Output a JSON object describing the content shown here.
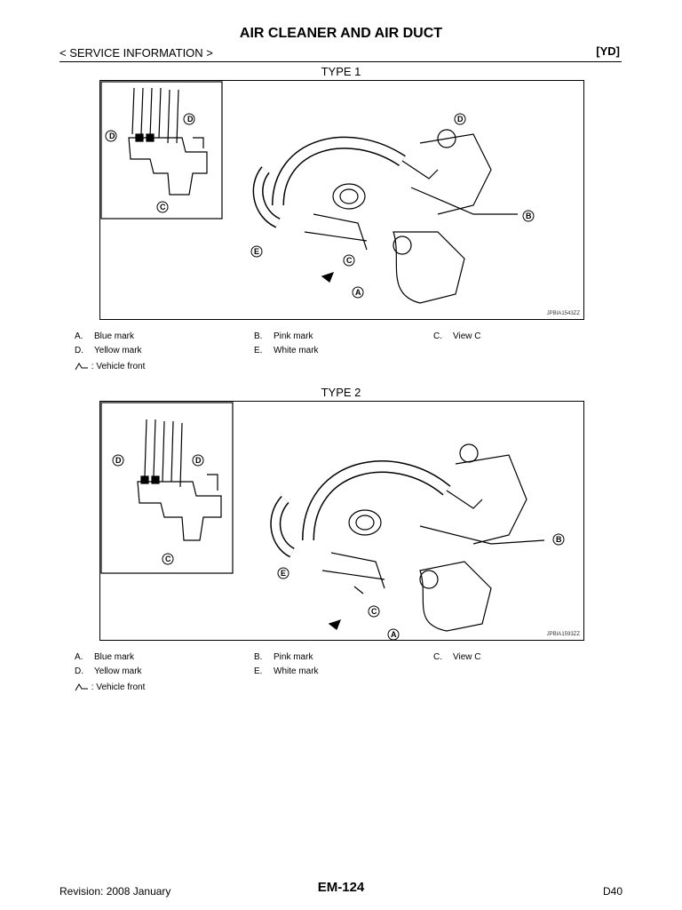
{
  "header": {
    "title": "AIR CLEANER AND AIR DUCT",
    "section": "< SERVICE INFORMATION >",
    "code": "[YD]"
  },
  "figures": [
    {
      "type_label": "TYPE 1",
      "figure_id": "JPBIA1543ZZ",
      "legend": [
        {
          "letter": "A.",
          "text": "Blue mark"
        },
        {
          "letter": "B.",
          "text": "Pink mark"
        },
        {
          "letter": "C.",
          "text": "View C"
        },
        {
          "letter": "D.",
          "text": "Yellow mark"
        },
        {
          "letter": "E.",
          "text": "White mark"
        }
      ],
      "front_note": ": Vehicle front"
    },
    {
      "type_label": "TYPE 2",
      "figure_id": "JPBIA1593ZZ",
      "legend": [
        {
          "letter": "A.",
          "text": "Blue mark"
        },
        {
          "letter": "B.",
          "text": "Pink mark"
        },
        {
          "letter": "C.",
          "text": "View C"
        },
        {
          "letter": "D.",
          "text": "Yellow mark"
        },
        {
          "letter": "E.",
          "text": "White mark"
        }
      ],
      "front_note": ": Vehicle front"
    }
  ],
  "callouts": {
    "a": "A",
    "b": "B",
    "c": "C",
    "d": "D",
    "e": "E"
  },
  "footer": {
    "revision": "Revision: 2008 January",
    "page": "EM-124",
    "model": "D40"
  }
}
